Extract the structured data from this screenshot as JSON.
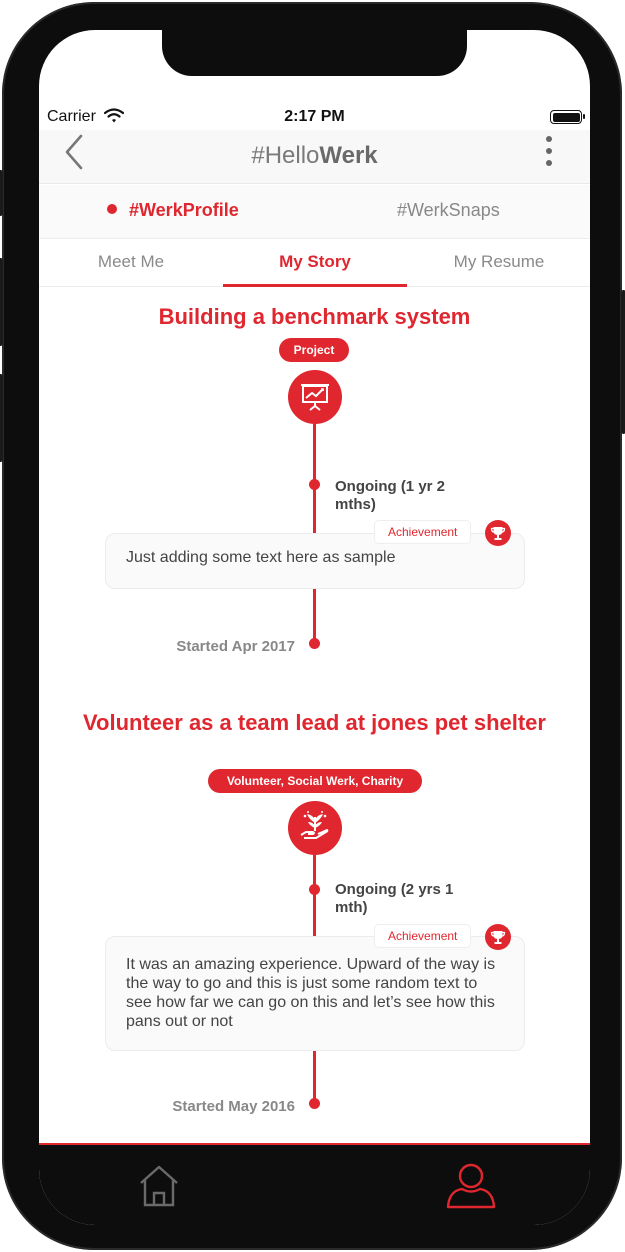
{
  "status": {
    "carrier": "Carrier",
    "time": "2:17 PM"
  },
  "nav": {
    "title_prefix": "#Hello",
    "title_bold": "Werk"
  },
  "segments": {
    "left": "#WerkProfile",
    "right": "#WerkSnaps"
  },
  "tabs": [
    {
      "label": "Meet Me"
    },
    {
      "label": "My Story"
    },
    {
      "label": "My Resume"
    }
  ],
  "stories": [
    {
      "title": "Building a benchmark system",
      "tag": "Project",
      "duration": "Ongoing (1 yr 2 mths)",
      "badge": "Achievement",
      "text": "Just adding some text here as sample",
      "started": "Started Apr 2017"
    },
    {
      "title": "Volunteer as a team lead at jones pet shelter",
      "tag": "Volunteer, Social Werk, Charity",
      "duration": "Ongoing (2 yrs 1 mth)",
      "badge": "Achievement",
      "text": "It was an amazing experience. Upward of the way is the way to go and this is just some random text to see how far we can go on this and let’s see how this pans out or not",
      "started": "Started May 2016"
    }
  ],
  "icons": {
    "back": "chevron-left-icon",
    "more": "more-vertical-icon",
    "story1": "presentation-chart-icon",
    "story2": "hand-plant-icon",
    "achievement": "trophy-icon",
    "home": "home-icon",
    "profile": "user-icon"
  },
  "colors": {
    "accent": "#e0272f",
    "frame": "#0d0d0d"
  }
}
